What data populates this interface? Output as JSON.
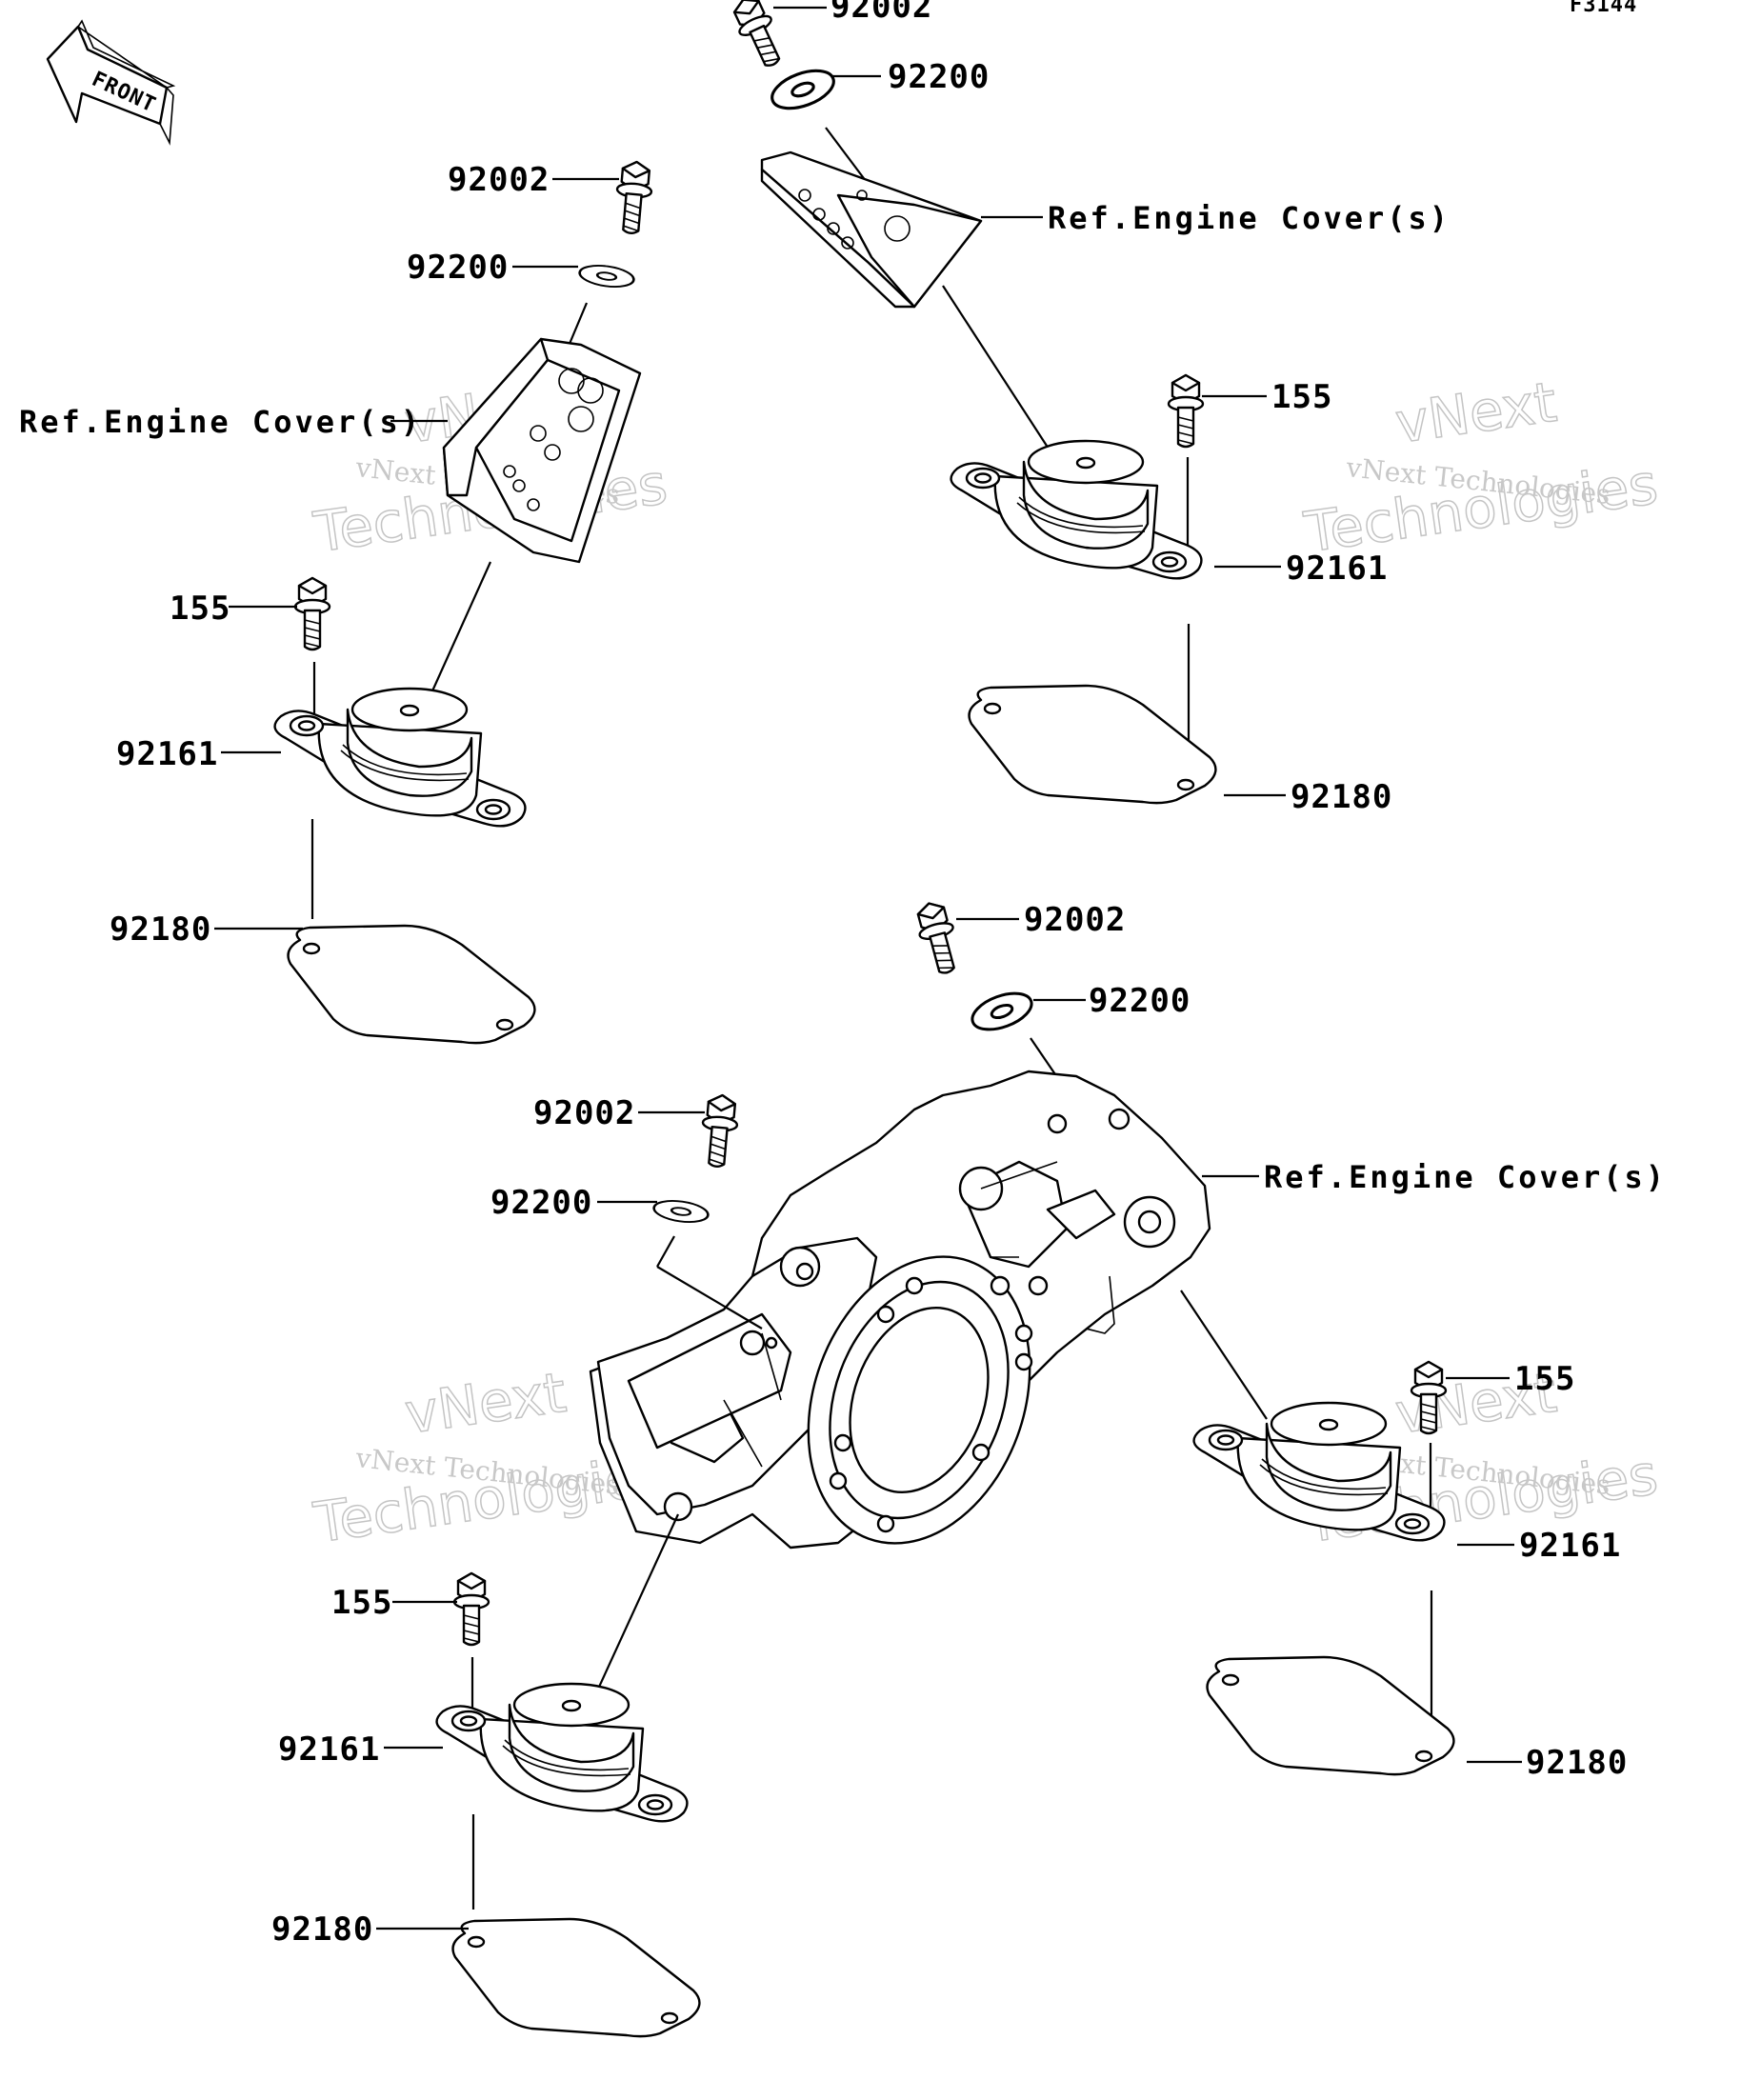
{
  "diagram_code": "F3144",
  "front_arrow": {
    "text": "FRONT"
  },
  "watermark": {
    "line1": "vNext",
    "line2": "Technologies",
    "caption": "vNext Technologies"
  },
  "labels": {
    "top_bolt": "92002",
    "top_washer": "92200",
    "ref_top_right": "Ref.Engine Cover(s)",
    "tr_screw": "155",
    "tr_mount": "92161",
    "tr_plate": "92180",
    "tl_bolt": "92002",
    "tl_washer": "92200",
    "ref_left": "Ref.Engine Cover(s)",
    "tl_screw": "155",
    "tl_mount": "92161",
    "tl_plate": "92180",
    "mid_bolt": "92002",
    "mid_washer": "92200",
    "ref_mid_right": "Ref.Engine Cover(s)",
    "ml_bolt": "92002",
    "ml_washer": "92200",
    "br_screw": "155",
    "br_mount": "92161",
    "br_plate": "92180",
    "bl_screw": "155",
    "bl_mount": "92161",
    "bl_plate": "92180"
  }
}
